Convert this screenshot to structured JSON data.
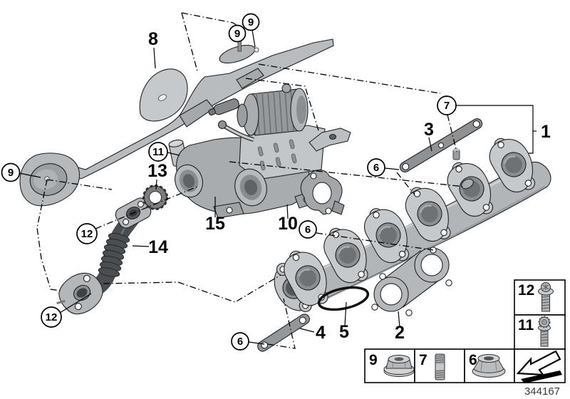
{
  "figure": {
    "description": "Exhaust manifold with EGR cooler exploded parts diagram",
    "drawing_number": "344167"
  },
  "colors": {
    "background": "#ffffff",
    "outline": "#1f2123",
    "metal_light": "#cdd0d2",
    "metal_mid": "#aeb1b4",
    "metal_dark": "#7c7f82",
    "pipe_dark": "#4b4e51"
  },
  "labels": {
    "plain": [
      {
        "text": "8"
      },
      {
        "text": "3"
      },
      {
        "text": "1"
      },
      {
        "text": "13"
      },
      {
        "text": "15"
      },
      {
        "text": "10"
      },
      {
        "text": "14"
      },
      {
        "text": "4"
      },
      {
        "text": "5"
      },
      {
        "text": "2"
      }
    ],
    "circled": [
      {
        "text": "9"
      },
      {
        "text": "9"
      },
      {
        "text": "9"
      },
      {
        "text": "11"
      },
      {
        "text": "12"
      },
      {
        "text": "12"
      },
      {
        "text": "7"
      },
      {
        "text": "6"
      },
      {
        "text": "6"
      },
      {
        "text": "6"
      }
    ]
  },
  "legend": {
    "column_boxes": [
      {
        "number": "12",
        "item": "flange-screw"
      },
      {
        "number": "11",
        "item": "twelve-point-bolt"
      }
    ],
    "row_boxes": [
      {
        "number": "9",
        "item": "combination-nut"
      },
      {
        "number": "7",
        "item": "stud"
      },
      {
        "number": "6",
        "item": "flange-nut"
      },
      {
        "number": "",
        "item": "direction-arrow"
      }
    ]
  }
}
